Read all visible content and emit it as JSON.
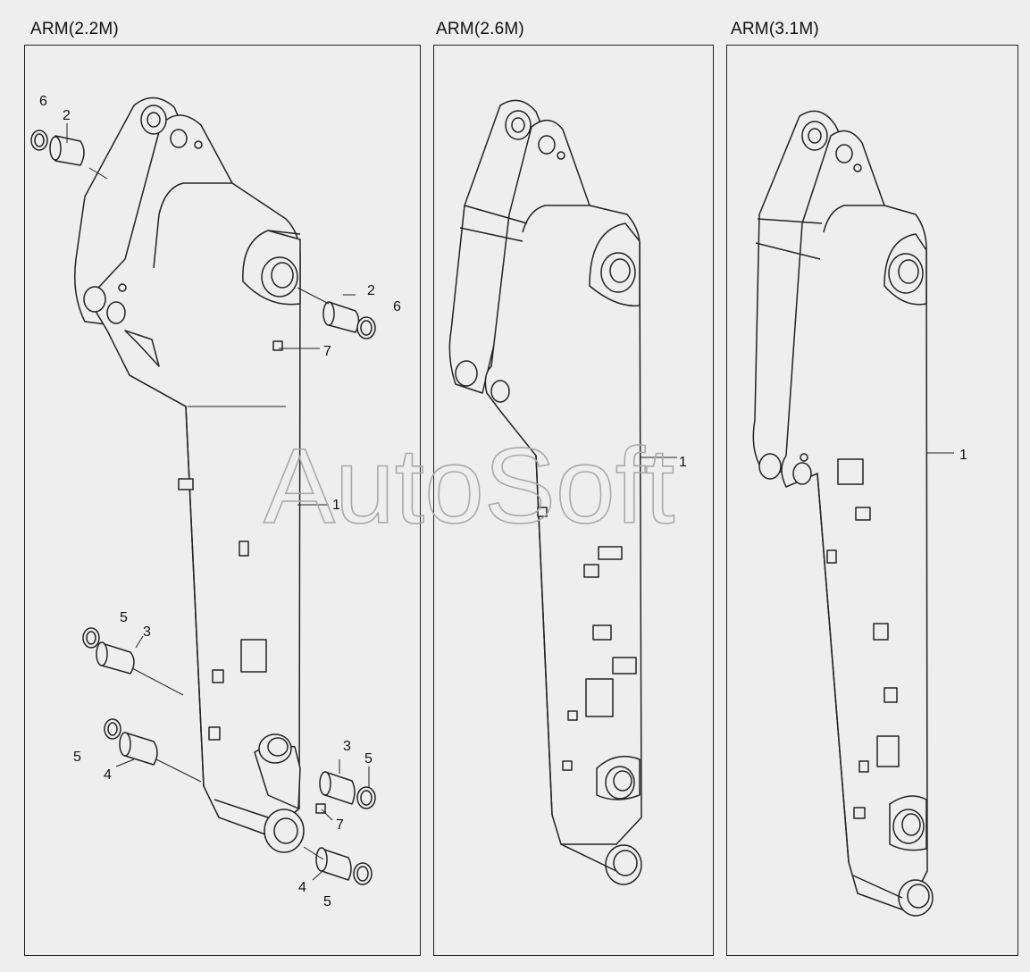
{
  "panels": [
    {
      "title": "ARM(2.2M)"
    },
    {
      "title": "ARM(2.6M)"
    },
    {
      "title": "ARM(3.1M)"
    }
  ],
  "callouts_a": {
    "c1": "1",
    "c2a": "2",
    "c2b": "2",
    "c3a": "3",
    "c3b": "3",
    "c4a": "4",
    "c4b": "4",
    "c5a": "5",
    "c5b": "5",
    "c5c": "5",
    "c5d": "5",
    "c6a": "6",
    "c6b": "6",
    "c7a": "7",
    "c7b": "7"
  },
  "callouts_b": {
    "c1": "1"
  },
  "callouts_c": {
    "c1": "1"
  },
  "watermark": "AutoSoft",
  "colors": {
    "background": "#eeeeee",
    "line": "#222222",
    "watermark": "#a9a9a9"
  }
}
